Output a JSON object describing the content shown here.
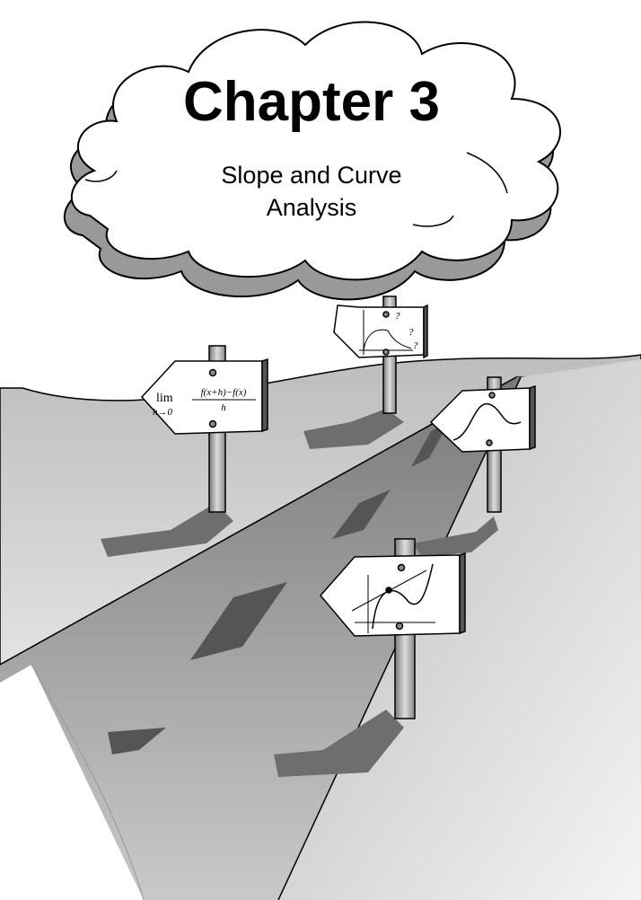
{
  "cover": {
    "chapter_title": "Chapter 3",
    "subtitle_line1": "Slope and Curve",
    "subtitle_line2": "Analysis"
  },
  "signs": {
    "limit_sign": {
      "lim": "lim",
      "sub": "h→0",
      "numerator": "f(x+h)−f(x)",
      "denominator": "h"
    },
    "question_sign": {
      "marks": [
        "?",
        "?",
        "?"
      ]
    }
  },
  "colors": {
    "road": "#8a8a8a",
    "ground": "#c8c8c8",
    "shadow": "#6e6e6e"
  }
}
